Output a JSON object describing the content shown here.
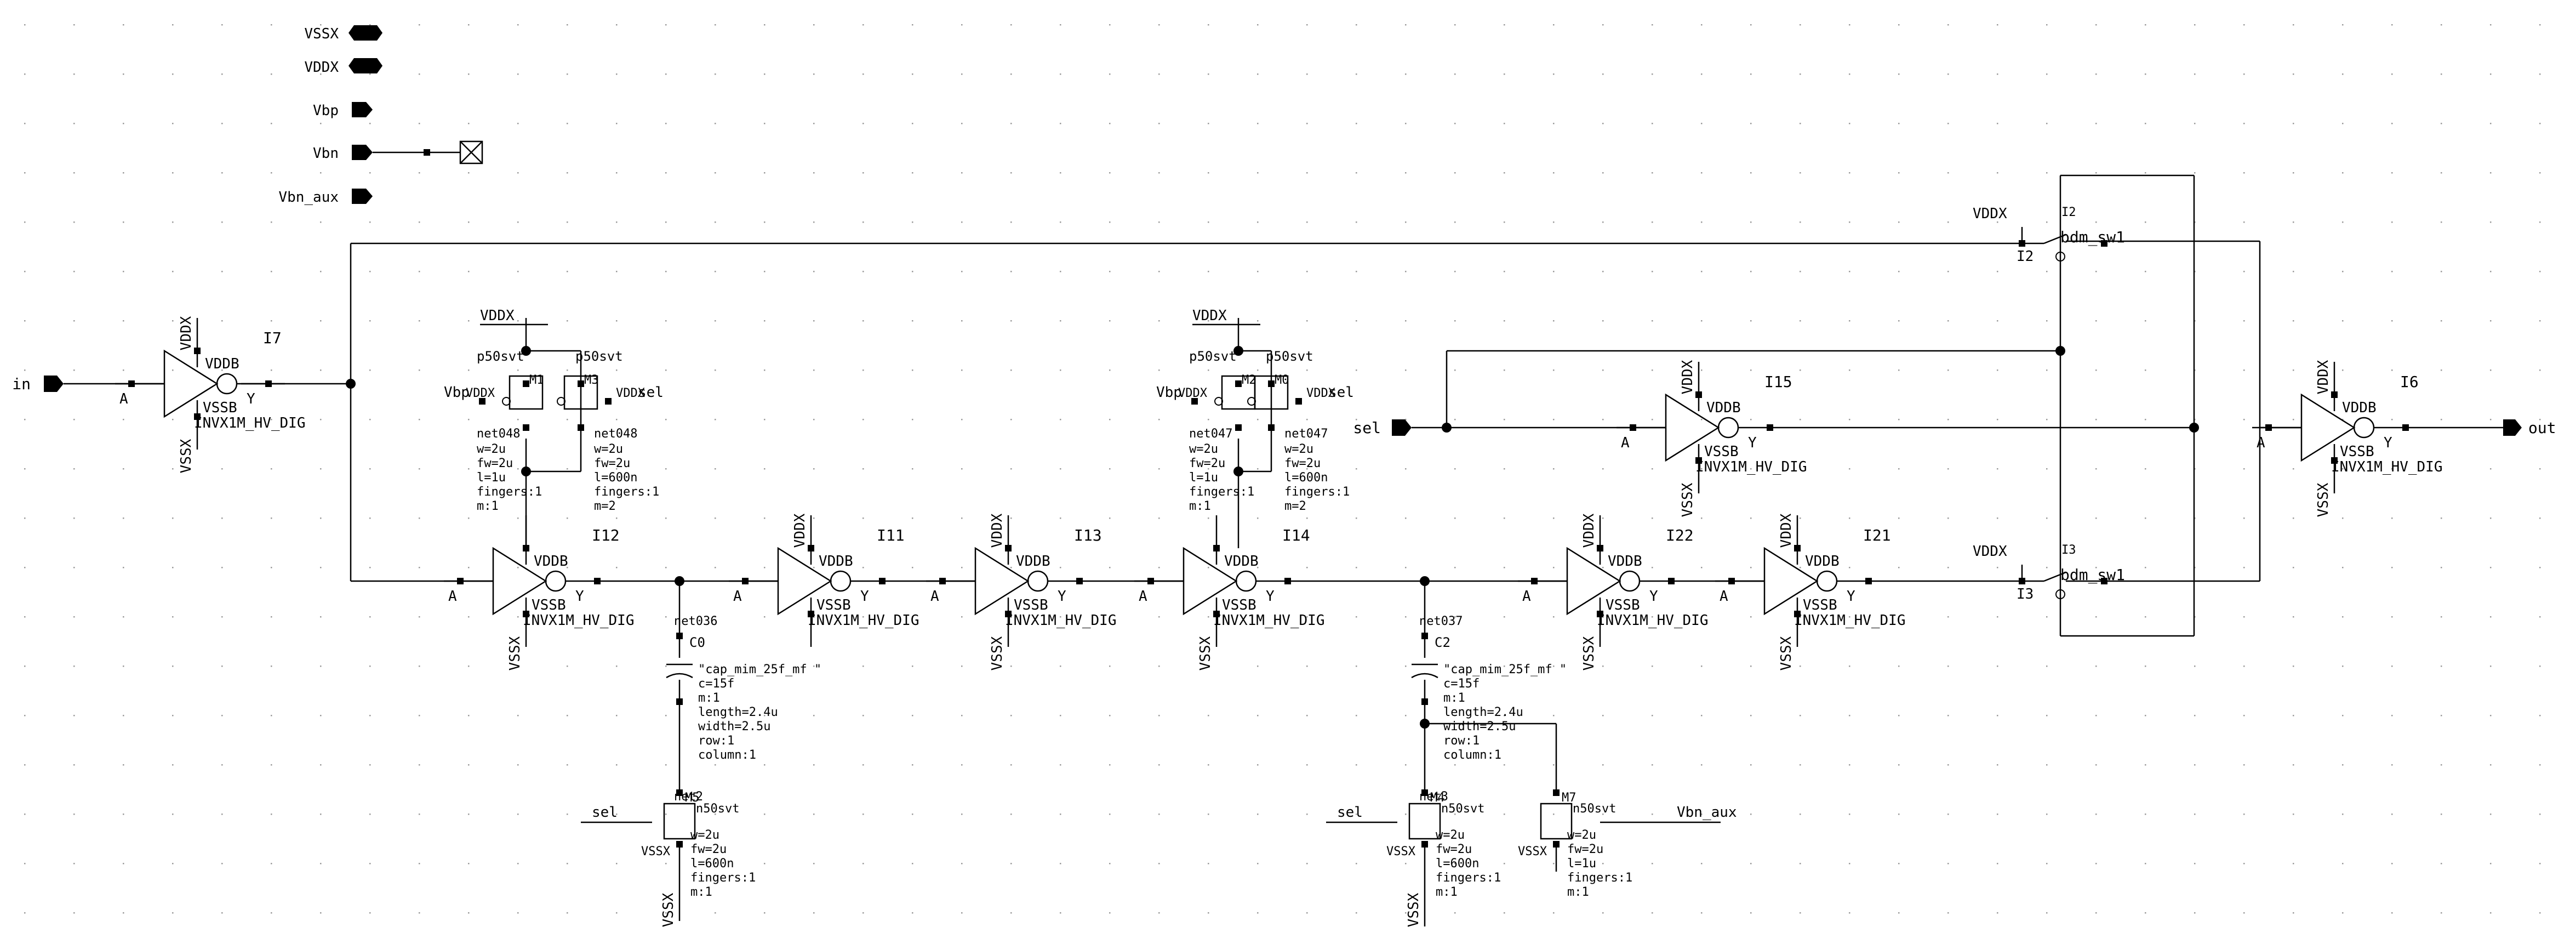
{
  "pins": {
    "vssx": "VSSX",
    "vddx": "VDDX",
    "vbp": "Vbp",
    "vbn": "Vbn",
    "vbn_aux": "Vbn_aux",
    "in": "in",
    "out": "out",
    "sel": "sel"
  },
  "inverters": [
    {
      "inst": "I7",
      "vdd": "VDDX",
      "vss": "VSSX",
      "vddb": "VDDB",
      "vssb": "VSSB",
      "a": "A",
      "y": "Y",
      "cell": "INVX1M_HV_DIG"
    },
    {
      "inst": "I12",
      "vdd": "",
      "vss": "VSSX",
      "vddb": "VDDB",
      "vssb": "VSSB",
      "a": "A",
      "y": "Y",
      "cell": "INVX1M_HV_DIG"
    },
    {
      "inst": "I11",
      "vdd": "VDDX",
      "vss": "",
      "vddb": "VDDB",
      "vssb": "VSSB",
      "a": "A",
      "y": "Y",
      "cell": "INVX1M_HV_DIG"
    },
    {
      "inst": "I13",
      "vdd": "VDDX",
      "vss": "VSSX",
      "vddb": "VDDB",
      "vssb": "VSSB",
      "a": "A",
      "y": "Y",
      "cell": "INVX1M_HV_DIG"
    },
    {
      "inst": "I14",
      "vdd": "",
      "vss": "VSSX",
      "vddb": "VDDB",
      "vssb": "VSSB",
      "a": "A",
      "y": "Y",
      "cell": "INVX1M_HV_DIG"
    },
    {
      "inst": "I22",
      "vdd": "VDDX",
      "vss": "VSSX",
      "vddb": "VDDB",
      "vssb": "VSSB",
      "a": "A",
      "y": "Y",
      "cell": "INVX1M_HV_DIG"
    },
    {
      "inst": "I21",
      "vdd": "VDDX",
      "vss": "VSSX",
      "vddb": "VDDB",
      "vssb": "VSSB",
      "a": "A",
      "y": "Y",
      "cell": "INVX1M_HV_DIG"
    },
    {
      "inst": "I15",
      "vdd": "VDDX",
      "vss": "VSSX",
      "vddb": "VDDB",
      "vssb": "VSSB",
      "a": "A",
      "y": "Y",
      "cell": "INVX1M_HV_DIG"
    },
    {
      "inst": "I6",
      "vdd": "VDDX",
      "vss": "VSSX",
      "vddb": "VDDB",
      "vssb": "VSSB",
      "a": "A",
      "y": "Y",
      "cell": "INVX1M_HV_DIG"
    }
  ],
  "pmos_groups": [
    {
      "vddx": "VDDX",
      "left": {
        "model": "p50svt",
        "inst": "M1",
        "g": "Vbp",
        "body": "VDDX",
        "net": "net048",
        "params": [
          "w=2u",
          "fw=2u",
          "l=1u",
          "fingers:1",
          "m:1"
        ]
      },
      "right": {
        "model": "p50svt",
        "inst": "M3",
        "g": "sel",
        "body": "VDDX",
        "net": "net048",
        "params": [
          "w=2u",
          "fw=2u",
          "l=600n",
          "fingers:1",
          "m=2"
        ]
      }
    },
    {
      "vddx": "VDDX",
      "left": {
        "model": "p50svt",
        "inst": "M2",
        "g": "Vbp",
        "body": "VDDX",
        "net": "net047",
        "params": [
          "w=2u",
          "fw=2u",
          "l=1u",
          "fingers:1",
          "m:1"
        ]
      },
      "right": {
        "model": "p50svt",
        "inst": "M0",
        "g": "sel",
        "body": "VDDX",
        "net": "net047",
        "params": [
          "w=2u",
          "fw=2u",
          "l=600n",
          "fingers:1",
          "m=2"
        ]
      }
    }
  ],
  "caps": [
    {
      "inst": "C0",
      "net_top": "net036",
      "model": "\"cap_mim_25f_mf \"",
      "net_bot": "net2",
      "params": [
        "c=15f",
        "m:1",
        "length=2.4u",
        "width=2.5u",
        "row:1",
        "column:1"
      ]
    },
    {
      "inst": "C2",
      "net_top": "net037",
      "model": "\"cap_mim_25f_mf \"",
      "net_bot": "net3",
      "params": [
        "c=15f",
        "m:1",
        "length=2.4u",
        "width=2.5u",
        "row:1",
        "column:1"
      ]
    }
  ],
  "nmos": [
    {
      "inst": "M5",
      "net": "net2",
      "model": "n50svt",
      "g": "sel",
      "body": "VSSX",
      "vss": "VSSX",
      "params": [
        "w=2u",
        "fw=2u",
        "l=600n",
        "fingers:1",
        "m:1"
      ]
    },
    {
      "inst": "M4",
      "net": "net3",
      "model": "n50svt",
      "g": "sel",
      "body": "VSSX",
      "vss": "VSSX",
      "params": [
        "w=2u",
        "fw=2u",
        "l=600n",
        "fingers:1",
        "m:1"
      ]
    },
    {
      "inst": "M7",
      "net": "net3",
      "model": "n50svt",
      "g": "Vbn_aux",
      "body": "VSSX",
      "vss": "",
      "params": [
        "w=2u",
        "fw=2u",
        "l=1u",
        "fingers:1",
        "m:1"
      ]
    }
  ],
  "switches": [
    {
      "inst": "I2",
      "vddx": "VDDX",
      "cell": "bdm_sw1",
      "pin": "I2"
    },
    {
      "inst": "I3",
      "vddx": "VDDX",
      "cell": "bdm_sw1",
      "pin": "I3"
    }
  ],
  "colors": {
    "wire": "#000000",
    "pin_fill": "#000000",
    "grid_dot": "#9a9a9a",
    "background": "#ffffff"
  }
}
